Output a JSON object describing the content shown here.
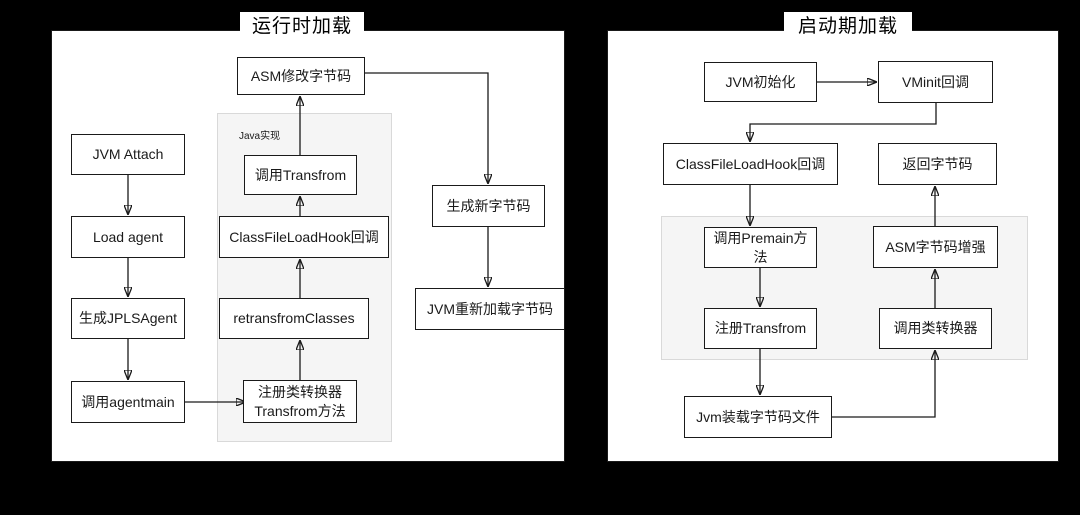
{
  "colors": {
    "background": "#000000",
    "panel_fill": "#ffffff",
    "panel_border": "#1a1a1a",
    "node_border": "#1a1a1a",
    "group_fill": "#f5f5f5",
    "group_border": "#d9d9d9",
    "text": "#1a1a1a"
  },
  "left_diagram": {
    "title": "运行时加载",
    "group_label": "Java实现",
    "nodes": {
      "jvm_attach": "JVM Attach",
      "load_agent": "Load agent",
      "gen_jplsagent": "生成JPLSAgent",
      "call_agentmain": "调用agentmain",
      "asm_modify_bytecode": "ASM修改字节码",
      "call_transfrom": "调用Transfrom",
      "classfileloadhook_callback": "ClassFileLoadHook回调",
      "retransfrom_classes": "retransfromClasses",
      "register_class_transformer": "注册类转换器Transfrom方法",
      "gen_new_bytecode": "生成新字节码",
      "jvm_reload_bytecode": "JVM重新加载字节码"
    }
  },
  "right_diagram": {
    "title": "启动期加载",
    "nodes": {
      "jvm_init": "JVM初始化",
      "vminit_callback": "VMinit回调",
      "classfileloadhook_callback": "ClassFileLoadHook回调",
      "return_bytecode": "返回字节码",
      "call_premain": "调用Premain方法",
      "asm_bytecode_enhance": "ASM字节码增强",
      "register_transfrom": "注册Transfrom",
      "call_class_transformer": "调用类转换器",
      "jvm_load_bytecode_file": "Jvm装载字节码文件"
    }
  }
}
